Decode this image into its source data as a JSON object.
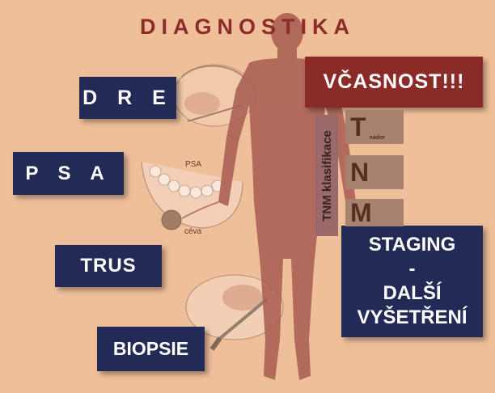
{
  "title": "DIAGNOSTIKA",
  "boxes": {
    "dre": "D R E",
    "psa": "P S A",
    "trus": "TRUS",
    "biopsie": "BIOPSIE",
    "vcasnost": "VČASNOST!!!",
    "staging": {
      "line1": "STAGING",
      "line2": "-",
      "line3": "DALŠÍ",
      "line4": "VYŠETŘENÍ"
    }
  },
  "tnm": {
    "vertical_label": "TNM klasifikace",
    "cells": [
      {
        "letter": "T",
        "note": "nádor"
      },
      {
        "letter": "N",
        "note": ""
      },
      {
        "letter": "M",
        "note": ""
      }
    ]
  },
  "illustration_labels": {
    "psa": "PSA",
    "ceva": "céva"
  },
  "colors": {
    "background": "#efbf9a",
    "box_navy": "#222a55",
    "box_red": "#8b2b28",
    "title": "#8c2b2b",
    "silhouette": "#a95f52"
  }
}
